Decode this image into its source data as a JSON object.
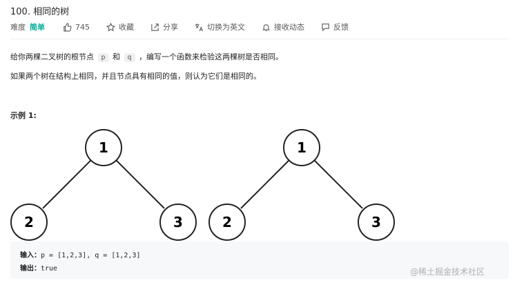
{
  "problem": {
    "title": "100. 相同的树"
  },
  "toolbar": {
    "difficulty_label": "难度",
    "difficulty_value": "简单",
    "likes": "745",
    "favorite_label": "收藏",
    "share_label": "分享",
    "translate_label": "切换为英文",
    "subscribe_label": "接收动态",
    "feedback_label": "反馈"
  },
  "description": {
    "line1_before": "给你两棵二叉树的根节点",
    "var_p": "p",
    "line1_and": "和",
    "var_q": "q",
    "line1_after": "，编写一个函数来检验这两棵树是否相同。",
    "line2": "如果两个树在结构上相同，并且节点具有相同的值，则认为它们是相同的。"
  },
  "example": {
    "title": "示例 1:",
    "trees": [
      {
        "root": "1",
        "left": "2",
        "right": "3"
      },
      {
        "root": "1",
        "left": "2",
        "right": "3"
      }
    ],
    "input_label": "输入：",
    "input_value": "p = [1,2,3], q = [1,2,3]",
    "output_label": "输出：",
    "output_value": "true"
  },
  "watermark": "@稀土掘金技术社区",
  "colors": {
    "easy": "#00af9b",
    "text": "#262626",
    "muted": "#595959",
    "code_bg": "#f7f8fa"
  }
}
